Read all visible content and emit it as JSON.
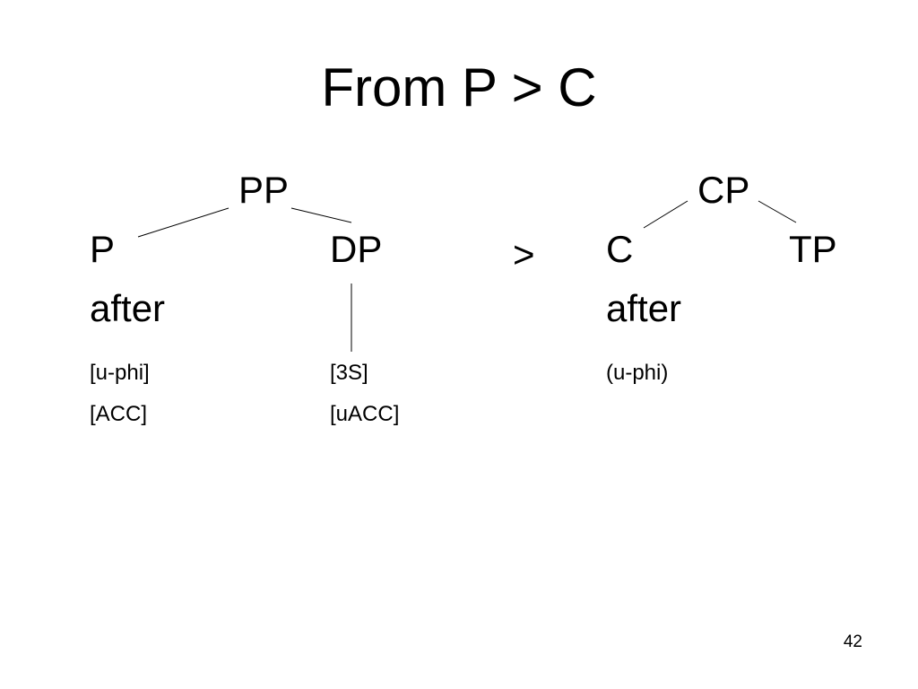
{
  "title": "From P > C",
  "left_tree": {
    "root": "PP",
    "left_child": "P",
    "right_child": "DP",
    "left_word": "after",
    "left_features": [
      "[u-phi]",
      "[ACC]"
    ],
    "right_features": [
      "[3S]",
      "[uACC]"
    ]
  },
  "arrow": ">",
  "right_tree": {
    "root": "CP",
    "left_child": "C",
    "right_child": "TP",
    "left_word": "after",
    "left_features": [
      "(u-phi)"
    ]
  },
  "page_number": "42"
}
